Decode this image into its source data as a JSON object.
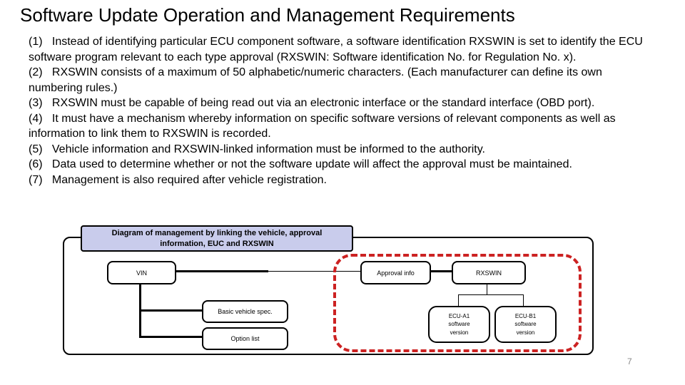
{
  "slide": {
    "title": "Software Update Operation and Management Requirements",
    "page_number": "7"
  },
  "body": {
    "items": [
      {
        "text": "(1)   Instead of identifying particular ECU component software, a software identification RXSWIN is set to identify the ECU software program relevant to each type approval (RXSWIN: Software identification No. for Regulation No. x)."
      },
      {
        "text": "(2)   RXSWIN consists of a maximum of 50 alphabetic/numeric characters. (Each manufacturer can define its own numbering rules.)"
      },
      {
        "text": "(3)   RXSWIN must be capable of being read out via an electronic interface or the standard interface (OBD port)."
      },
      {
        "text": "(4)   It must have a mechanism whereby information on specific software versions of relevant components as well as information to link them to RXSWIN is recorded."
      },
      {
        "text": "(5)   Vehicle information and RXSWIN-linked information must be informed to the authority."
      },
      {
        "text": "(6)   Data used to determine whether or not the software update will affect the approval must be maintained."
      },
      {
        "text": "(7)   Management is also required after vehicle registration."
      }
    ]
  },
  "diagram": {
    "header": "Diagram of management by linking the vehicle, approval\ninformation, EUC and RXSWIN",
    "nodes": {
      "vin": "VIN",
      "approval_info": "Approval info",
      "rxswin": "RXSWIN",
      "basic_vehicle_spec": "Basic vehicle spec.",
      "option_list": "Option list",
      "ecu_a1": "ECU-A1\nsoftware\nversion",
      "ecu_b1": "ECU-B1\nsoftware\nversion"
    },
    "colors": {
      "header_fill": "#C9CCEC",
      "highlight_border": "#CC2222",
      "box_border": "#000000",
      "page_number_gray": "#888888"
    }
  }
}
